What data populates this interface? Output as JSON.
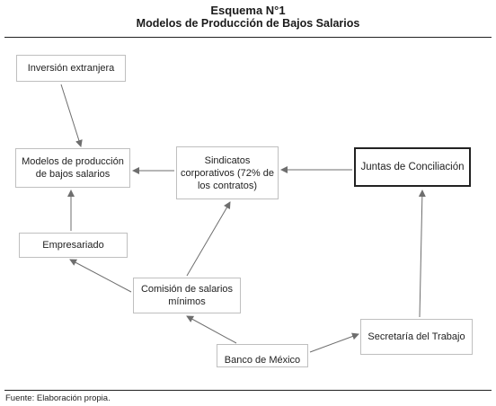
{
  "header": {
    "title": "Esquema N°1",
    "subtitle": "Modelos de Producción de Bajos Salarios"
  },
  "nodes": {
    "inversion": "Inversión extranjera",
    "modelos": "Modelos de producción de bajos salarios",
    "sindicatos": "Sindicatos corporativos (72% de los contratos)",
    "juntas": "Juntas de Conciliación",
    "empresariado": "Empresariado",
    "comision": "Comisión de salarios mínimos",
    "banco": "Banco de México",
    "secretaria": "Secretaría del Trabajo"
  },
  "edges": [
    {
      "from": "Inversión extranjera",
      "to": "Modelos de producción de bajos salarios"
    },
    {
      "from": "Sindicatos corporativos (72% de los contratos)",
      "to": "Modelos de producción de bajos salarios"
    },
    {
      "from": "Juntas de Conciliación",
      "to": "Sindicatos corporativos (72% de los contratos)"
    },
    {
      "from": "Empresariado",
      "to": "Modelos de producción de bajos salarios"
    },
    {
      "from": "Comisión de salarios mínimos",
      "to": "Empresariado"
    },
    {
      "from": "Comisión de salarios mínimos",
      "to": "Sindicatos corporativos (72% de los contratos)"
    },
    {
      "from": "Banco de México",
      "to": "Comisión de salarios mínimos"
    },
    {
      "from": "Banco de México",
      "to": "Secretaría del Trabajo"
    },
    {
      "from": "Secretaría del Trabajo",
      "to": "Juntas de Conciliación"
    }
  ],
  "colors": {
    "box_border": "#bfbfbf",
    "emphasis_border": "#222222",
    "arrow": "#6e6e6e"
  },
  "footer": {
    "source": "Fuente: Elaboración propia."
  }
}
